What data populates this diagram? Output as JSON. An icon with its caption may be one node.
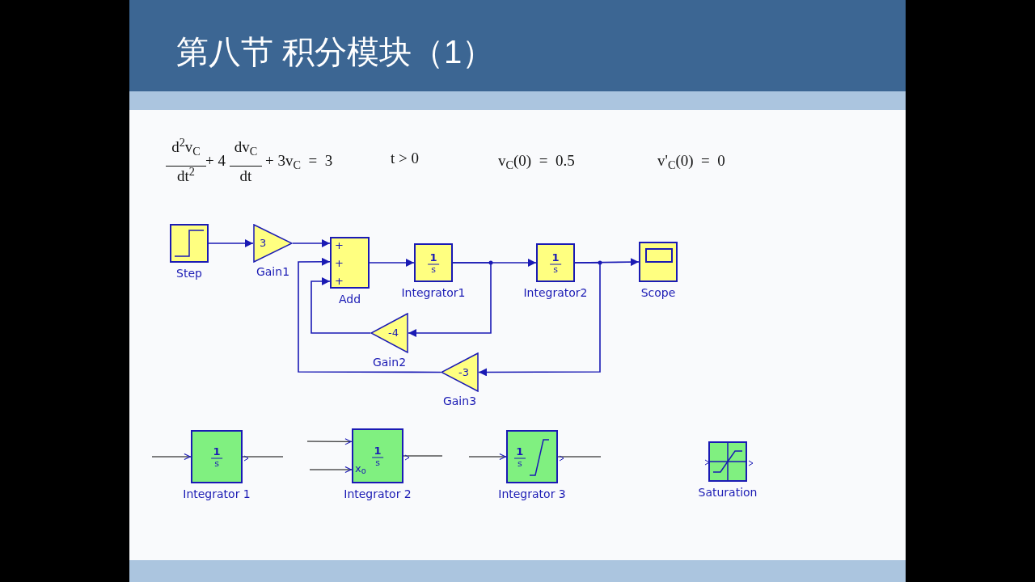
{
  "diagram": {
    "title": "第八节 积分模块（1）",
    "nodes": [
      {
        "text": [
          "Step"
        ]
      },
      {
        "text": [
          "3",
          "Gain1"
        ]
      },
      {
        "text": [
          "+",
          "+",
          "+",
          "Add"
        ]
      },
      {
        "text": [
          "1",
          "s",
          "Integrator1"
        ]
      },
      {
        "text": [
          "1",
          "s",
          "Integrator2"
        ]
      },
      {
        "text": [
          "Scope"
        ]
      },
      {
        "text": [
          "-4",
          "Gain2"
        ]
      },
      {
        "text": [
          "-3",
          "Gain3"
        ]
      },
      {
        "text": [
          "1",
          "s",
          "Integrator 1"
        ]
      },
      {
        "text": [
          "1",
          "s",
          "x$_{o}$",
          "Integrator 2"
        ]
      },
      {
        "text": [
          "1",
          "s",
          "Integrator 3"
        ]
      },
      {
        "text": [
          "Saturation"
        ]
      }
    ],
    "edges": [
      {
        "from": 0,
        "to": 1,
        "arrow": "to"
      },
      {
        "from": 1,
        "to": 2,
        "arrow": "to"
      },
      {
        "from": 2,
        "to": 3,
        "arrow": "to"
      },
      {
        "from": 3,
        "to": 4,
        "arrow": "to"
      },
      {
        "from": 4,
        "to": 5,
        "arrow": "to"
      },
      {
        "from": 3,
        "to": 6,
        "arrow": "to"
      },
      {
        "from": 6,
        "to": 2,
        "arrow": "to"
      },
      {
        "from": 4,
        "to": 7,
        "arrow": "to"
      },
      {
        "from": 7,
        "to": 2,
        "arrow": "to"
      },
      {
        "from": null,
        "to": 8,
        "arrow": "to",
        "color": "#000000"
      },
      {
        "from": 8,
        "to": null,
        "arrow": "none",
        "color": "#000000"
      },
      {
        "from": null,
        "to": 9,
        "arrow": "to",
        "color": "#000000"
      },
      {
        "from": null,
        "to": 9,
        "arrow": "to",
        "color": "#000000"
      },
      {
        "from": 9,
        "to": null,
        "arrow": "none",
        "color": "#000000"
      },
      {
        "from": null,
        "to": 10,
        "arrow": "to",
        "color": "#000000"
      },
      {
        "from": 10,
        "to": null,
        "arrow": "none",
        "color": "#000000"
      }
    ],
    "labels": [
      "d$^{2}$v$_{C}$",
      "dt$^{2}$",
      "+ 4",
      "dv$_{C}$",
      "dt",
      "+ 3v$_{C}$  =  3",
      "t > 0",
      "v$_{C}$(0)  =  0.5",
      "v'$_{C}$(0)  =  0"
    ]
  }
}
